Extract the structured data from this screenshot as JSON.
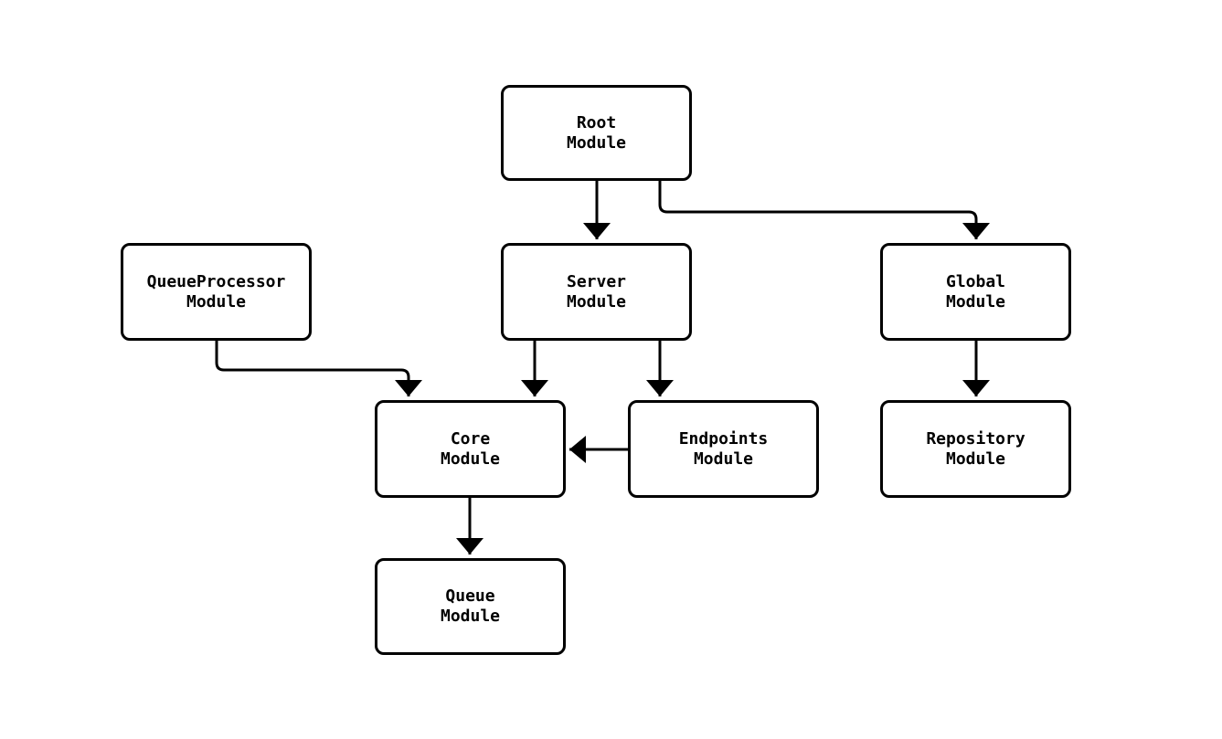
{
  "diagram": {
    "type": "module-dependency-graph",
    "colors": {
      "stroke": "#000000",
      "node_fill": "#ffffff",
      "background": "#ffffff"
    },
    "nodes": {
      "root": {
        "label": "Root\nModule"
      },
      "queueprocessor": {
        "label": "QueueProcessor\nModule"
      },
      "server": {
        "label": "Server\nModule"
      },
      "global": {
        "label": "Global\nModule"
      },
      "core": {
        "label": "Core\nModule"
      },
      "endpoints": {
        "label": "Endpoints\nModule"
      },
      "repository": {
        "label": "Repository\nModule"
      },
      "queue": {
        "label": "Queue\nModule"
      }
    },
    "edges": [
      {
        "from": "Root Module",
        "to": "Server Module"
      },
      {
        "from": "Root Module",
        "to": "Global Module"
      },
      {
        "from": "QueueProcessor Module",
        "to": "Core Module"
      },
      {
        "from": "Server Module",
        "to": "Core Module"
      },
      {
        "from": "Server Module",
        "to": "Endpoints Module"
      },
      {
        "from": "Endpoints Module",
        "to": "Core Module"
      },
      {
        "from": "Global Module",
        "to": "Repository Module"
      },
      {
        "from": "Core Module",
        "to": "Queue Module"
      }
    ]
  }
}
